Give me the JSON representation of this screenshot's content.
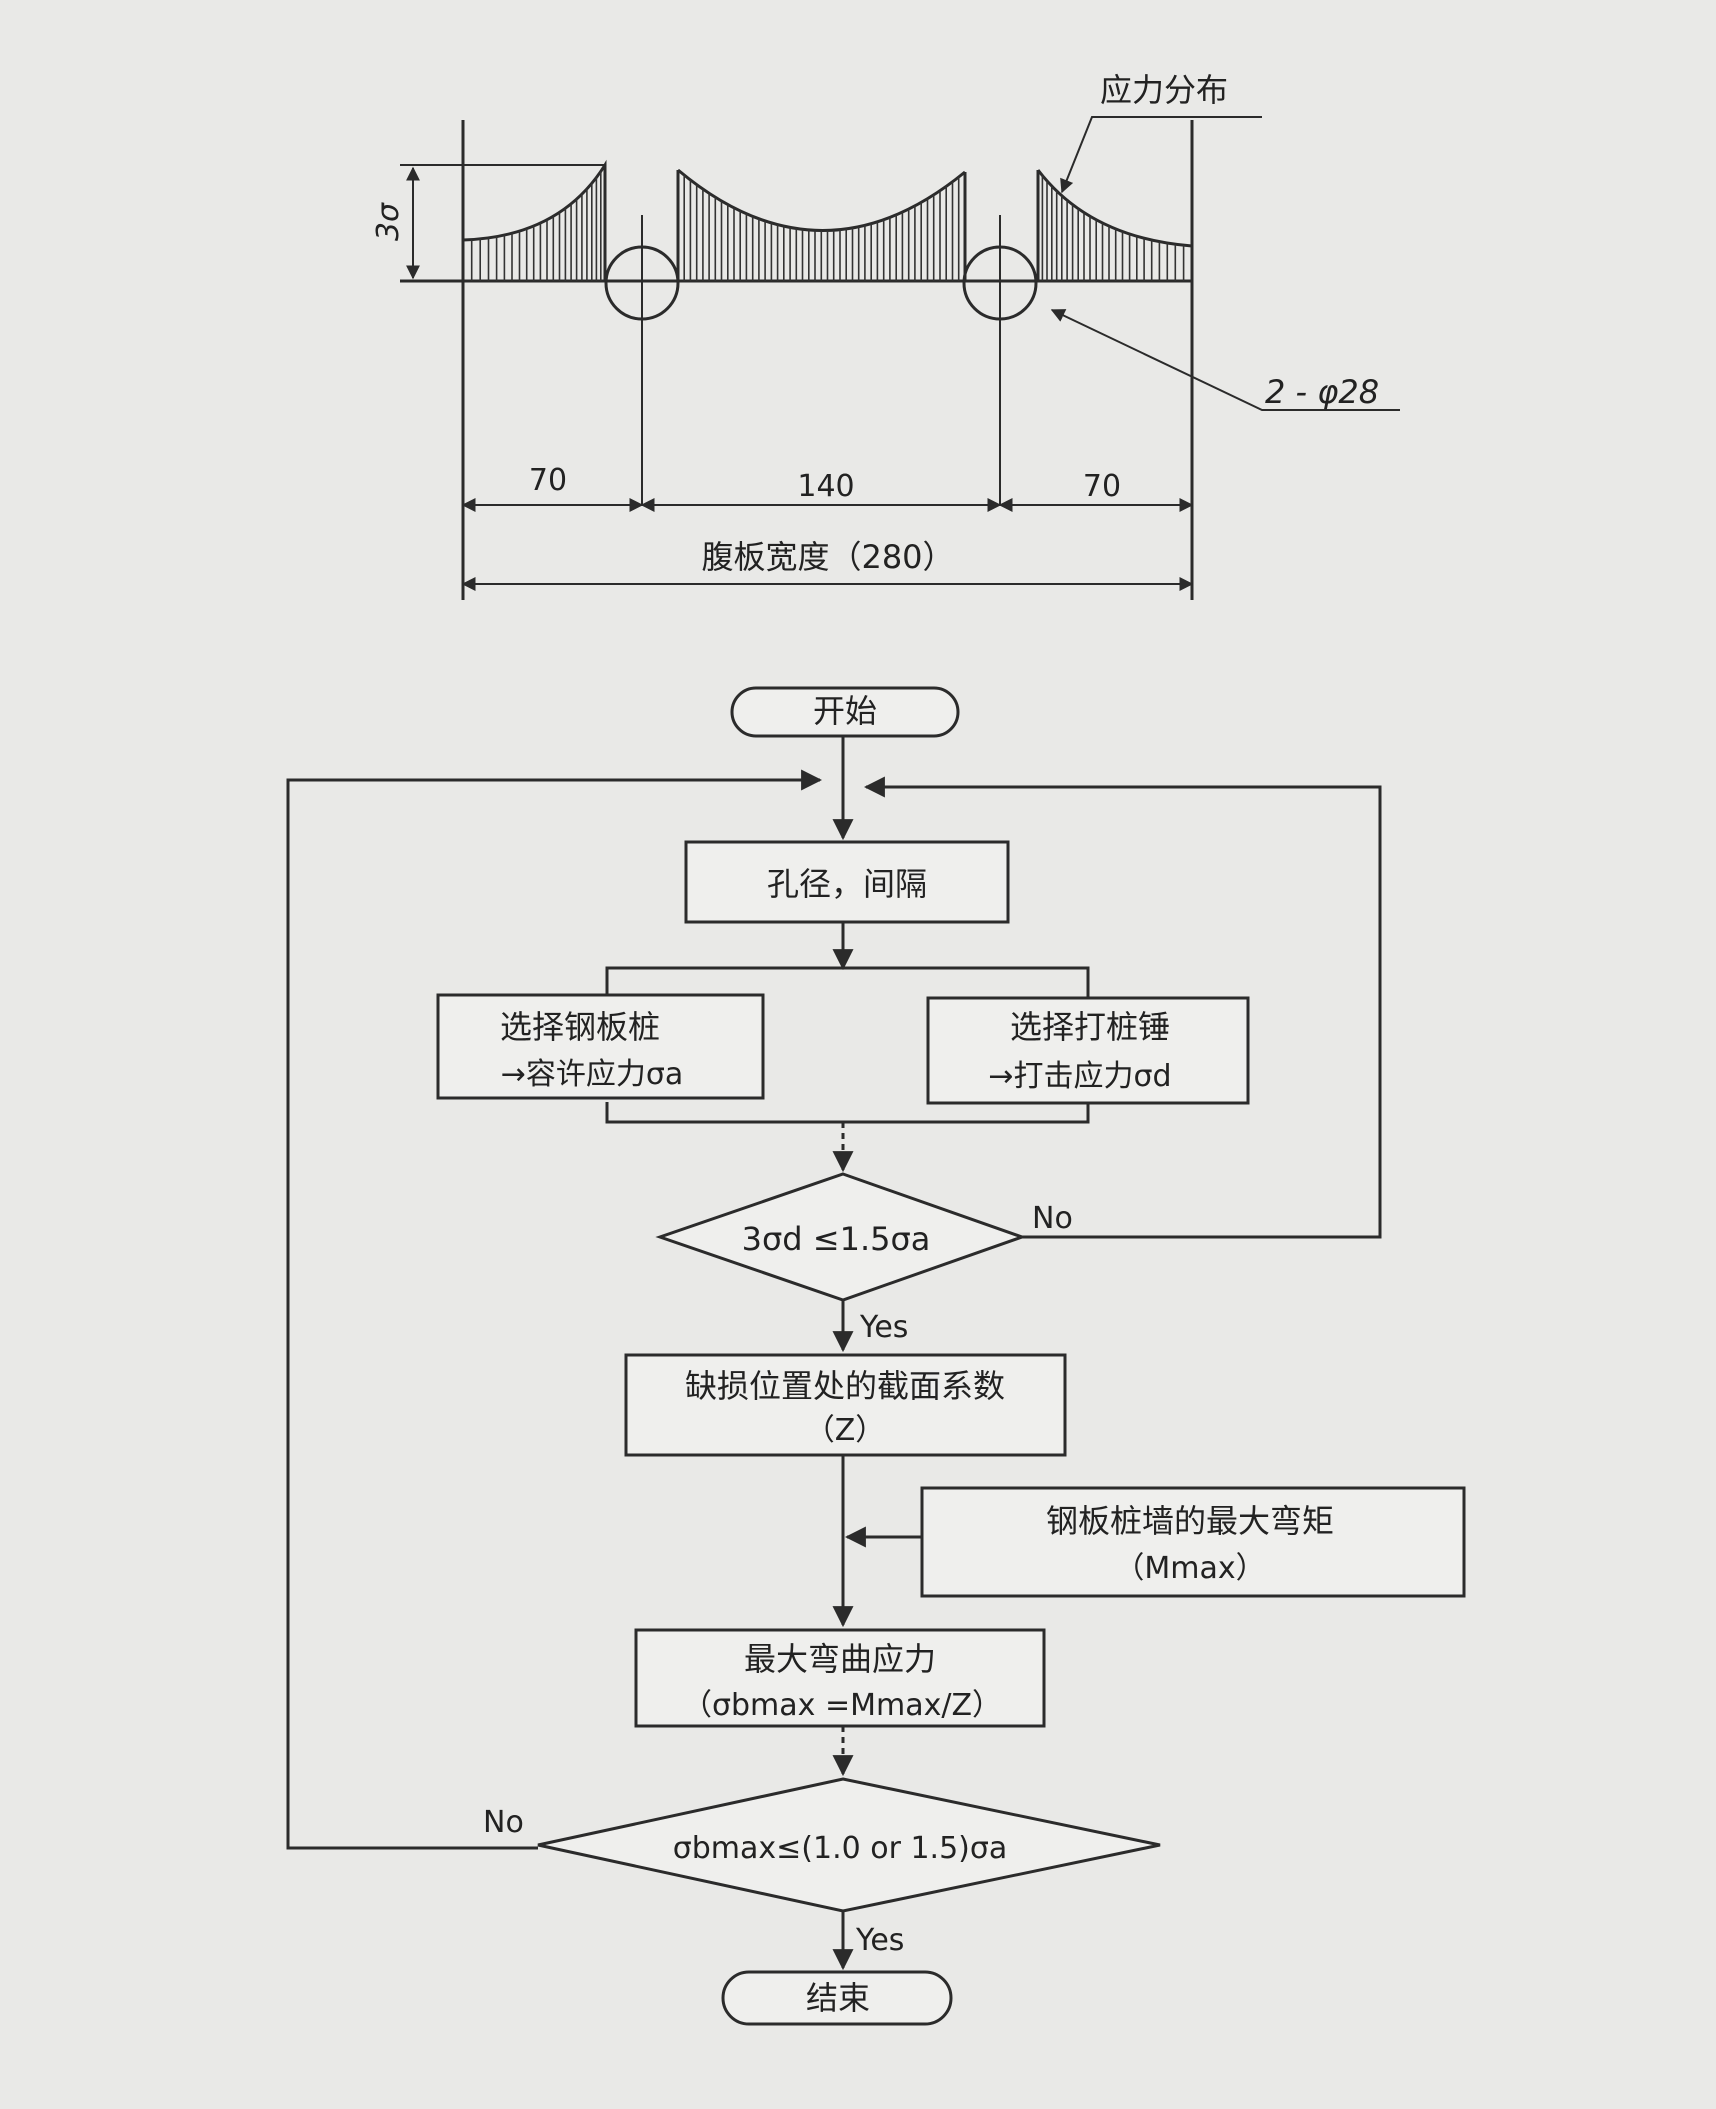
{
  "diagram": {
    "stress_label": "应力分布",
    "height_label": "3σ",
    "hole_label": "2 - φ28",
    "dim_left": "70",
    "dim_middle": "140",
    "dim_right": "70",
    "total_label": "腹板宽度（280）"
  },
  "flowchart": {
    "start": "开始",
    "end": "结束",
    "step_hole": "孔径，间隔",
    "pile_select_line1": "选择钢板桩",
    "pile_select_line2": "→容许应力σa",
    "hammer_select_line1": "选择打桩锤",
    "hammer_select_line2": "→打击应力σd",
    "decision1": "3σd ≤1.5σa",
    "decision1_no": "No",
    "decision1_yes": "Yes",
    "section_line1": "缺损位置处的截面系数",
    "section_line2": "（Z）",
    "moment_line1": "钢板桩墙的最大弯矩",
    "moment_line2": "（Mmax）",
    "bending_line1": "最大弯曲应力",
    "bending_line2": "（σbmax =Mmax/Z）",
    "decision2": "σbmax≤(1.0 or 1.5)σa",
    "decision2_no": "No",
    "decision2_yes": "Yes"
  },
  "colors": {
    "background": "#e9e9e7",
    "ink": "#2b2b2b"
  }
}
